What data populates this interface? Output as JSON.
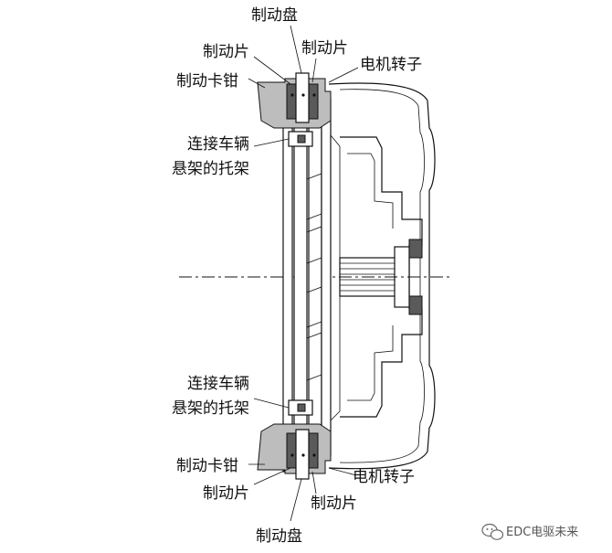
{
  "labels": {
    "disc_top": "制动盘",
    "pad_top_left": "制动片",
    "pad_top_right": "制动片",
    "caliper_top": "制动卡钳",
    "motor_rotor_top": "电机转子",
    "bracket_top_line1": "连接车辆",
    "bracket_top_line2": "悬架的托架",
    "bracket_bottom_line1": "连接车辆",
    "bracket_bottom_line2": "悬架的托架",
    "caliper_bottom": "制动卡钳",
    "motor_rotor_bottom": "电机转子",
    "pad_bottom_left": "制动片",
    "pad_bottom_right": "制动片",
    "disc_bottom": "制动盘"
  },
  "watermark": {
    "text": "EDC电驱未来",
    "icon": "wechat-icon"
  },
  "colors": {
    "ink": "#111111",
    "shade": "#bdbdbd",
    "dark": "#5a5a5a"
  }
}
